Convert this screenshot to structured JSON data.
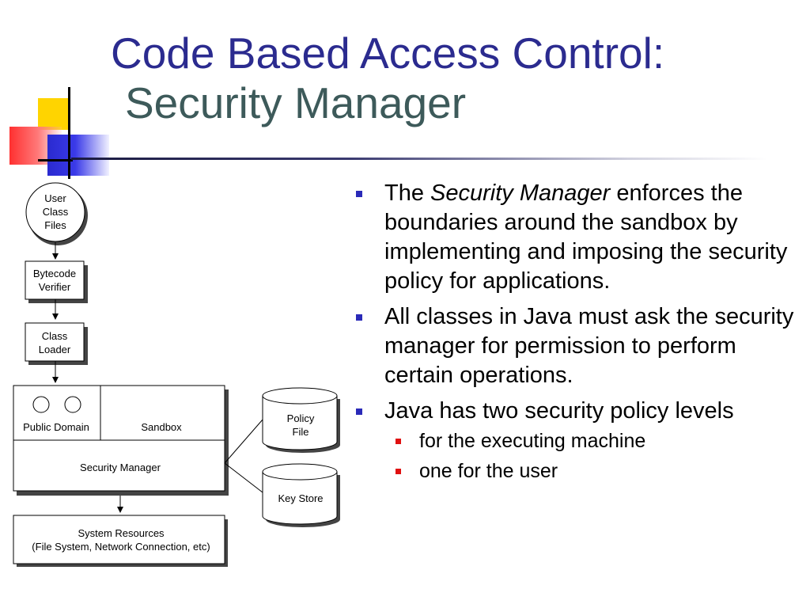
{
  "title": {
    "line1": "Code Based Access Control:",
    "line2": "Security Manager"
  },
  "bullets": [
    {
      "pre": "The ",
      "italic": "Security Manager",
      "post": " enforces the boundaries around the sandbox by implementing and imposing the security policy for applications."
    },
    {
      "text": "All classes in Java must ask the security manager for permission to perform certain operations."
    },
    {
      "text": "Java has two security policy levels",
      "sub": [
        "for the executing machine",
        "one for the user"
      ]
    }
  ],
  "diagram": {
    "user_class_files": [
      "User",
      "Class",
      "Files"
    ],
    "bytecode_verifier": [
      "Bytecode",
      "Verifier"
    ],
    "class_loader": [
      "Class",
      "Loader"
    ],
    "public_domain": "Public Domain",
    "sandbox": "Sandbox",
    "security_manager": "Security Manager",
    "system_resources": [
      "System Resources",
      "(File System, Network Connection, etc)"
    ],
    "policy_file": [
      "Policy",
      "File"
    ],
    "key_store": "Key Store"
  },
  "colors": {
    "title_line1": "#2b2b8f",
    "title_line2": "#3d5a5a",
    "bullet_l1": "#2a2ab8",
    "bullet_l2": "#e01010"
  }
}
